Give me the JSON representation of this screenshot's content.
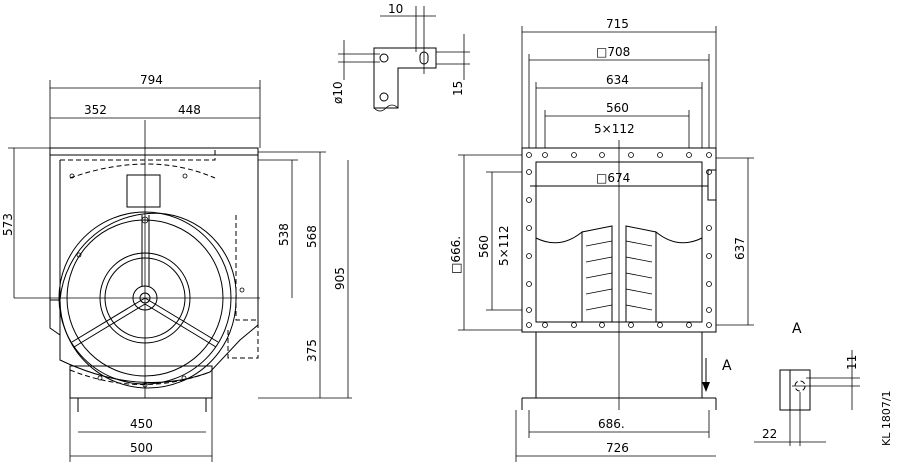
{
  "side_view": {
    "dims": {
      "total_width": "794",
      "left_part": "352",
      "right_part": "448",
      "left_height": "573",
      "inner_538": "538",
      "inner_568": "568",
      "total_height": "905",
      "bottom_375": "375",
      "base_inner": "450",
      "base_outer": "500"
    }
  },
  "detail_hole": {
    "dims": {
      "width_10": "10",
      "diameter": "ø10",
      "height_15": "15"
    }
  },
  "front_view": {
    "dims": {
      "top_715": "715",
      "square_708": "□708",
      "dim_634": "634",
      "dim_560": "560",
      "pitch_h": "5×112",
      "square_674": "□674",
      "square_666": "□666.",
      "left_560": "560",
      "pitch_v": "5×112",
      "right_637": "637",
      "base_686": "686.",
      "base_726": "726"
    }
  },
  "section": {
    "arrow_label": "A",
    "title_label": "A",
    "dims": {
      "dim_11": "11",
      "dim_22": "22"
    }
  },
  "drawing_code": "KL 1807/1"
}
